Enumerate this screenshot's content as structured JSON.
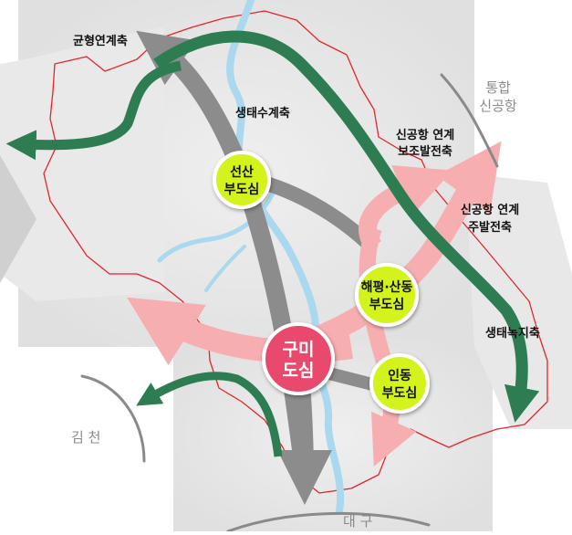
{
  "labels": {
    "balanced_axis": "균형연계축",
    "ecological_water_axis": "생태수계축",
    "new_airport_sub_line1": "신공항 연계",
    "new_airport_sub_line2": "보조발전축",
    "new_airport_main_line1": "신공항 연계",
    "new_airport_main_line2": "주발전축",
    "ecological_green_axis": "생태녹지축"
  },
  "places": {
    "integrated_airport_line1": "통합",
    "integrated_airport_line2": "신공항",
    "gimcheon": "김 천",
    "daegu": "대 구"
  },
  "centers": {
    "seonsan_line1": "선산",
    "seonsan_line2": "부도심",
    "haepyeong_line1": "해평·산동",
    "haepyeong_line2": "부도심",
    "indong_line1": "인동",
    "indong_line2": "부도심",
    "gumi_line1": "구미",
    "gumi_line2": "도심"
  },
  "colors": {
    "balanced_axis": "#8c8c8c",
    "green_axis": "#2e7d52",
    "development_axis": "#f7aeb0",
    "boundary": "#e3262b",
    "river": "#a9d8ef",
    "sub_center_fill": "#d4f21c",
    "core_center_fill": "#e84a6d",
    "left_chevron": "#d0d0d0"
  }
}
